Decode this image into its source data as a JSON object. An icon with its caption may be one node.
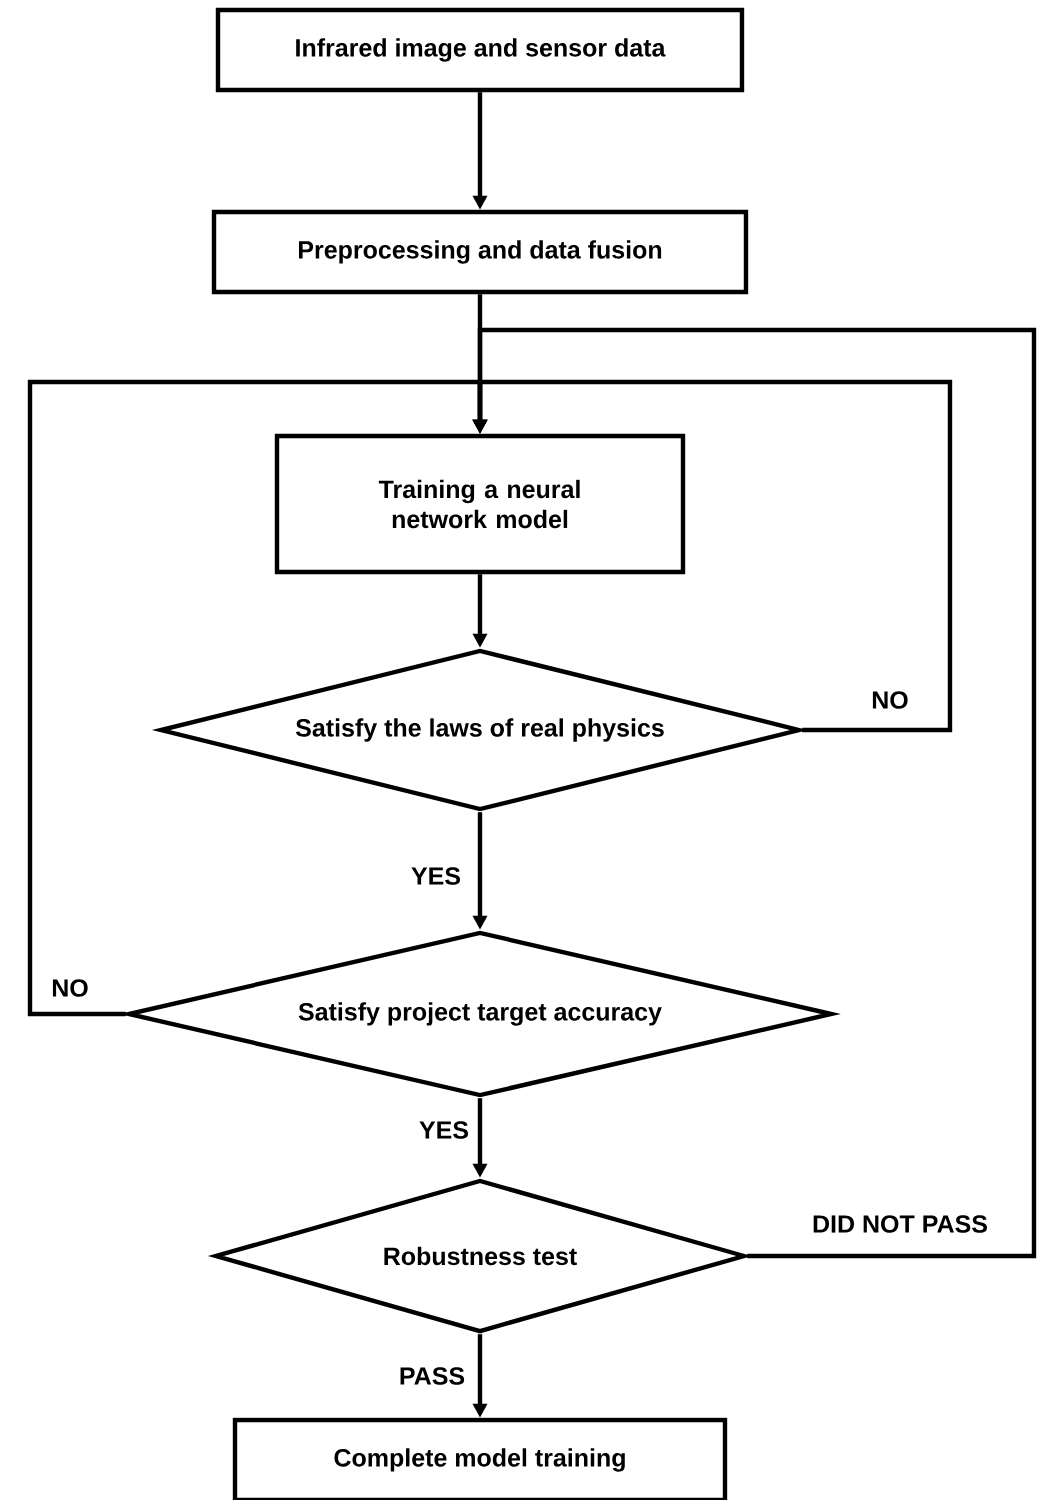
{
  "diagram": {
    "nodes": [
      {
        "text": [
          "Infrared image and sensor data"
        ]
      },
      {
        "text": [
          "Preprocessing and data fusion"
        ]
      },
      {
        "text": [
          "Training a neural network model"
        ]
      },
      {
        "text": [
          "Satisfy the laws of real physics"
        ]
      },
      {
        "text": [
          "Satisfy project target accuracy"
        ]
      },
      {
        "text": [
          "Robustness test"
        ]
      },
      {
        "text": [
          "Complete model training"
        ]
      }
    ],
    "edges": [
      {
        "from": 0,
        "to": 1,
        "arrow": "to"
      },
      {
        "from": 1,
        "to": 2,
        "arrow": "to"
      },
      {
        "from": 2,
        "to": 3,
        "arrow": "to"
      },
      {
        "from": 3,
        "to": 4,
        "arrow": "to",
        "label": "YES"
      },
      {
        "from": 4,
        "to": 5,
        "arrow": "to",
        "label": "YES"
      },
      {
        "from": 5,
        "to": 6,
        "arrow": "to",
        "label": "PASS"
      },
      {
        "from": 3,
        "to": 2,
        "arrow": "to",
        "label": "NO"
      },
      {
        "from": 4,
        "to": 2,
        "arrow": "to",
        "label": "NO"
      },
      {
        "from": 5,
        "to": 2,
        "arrow": "to",
        "label": "DID NOT PASS"
      }
    ]
  }
}
